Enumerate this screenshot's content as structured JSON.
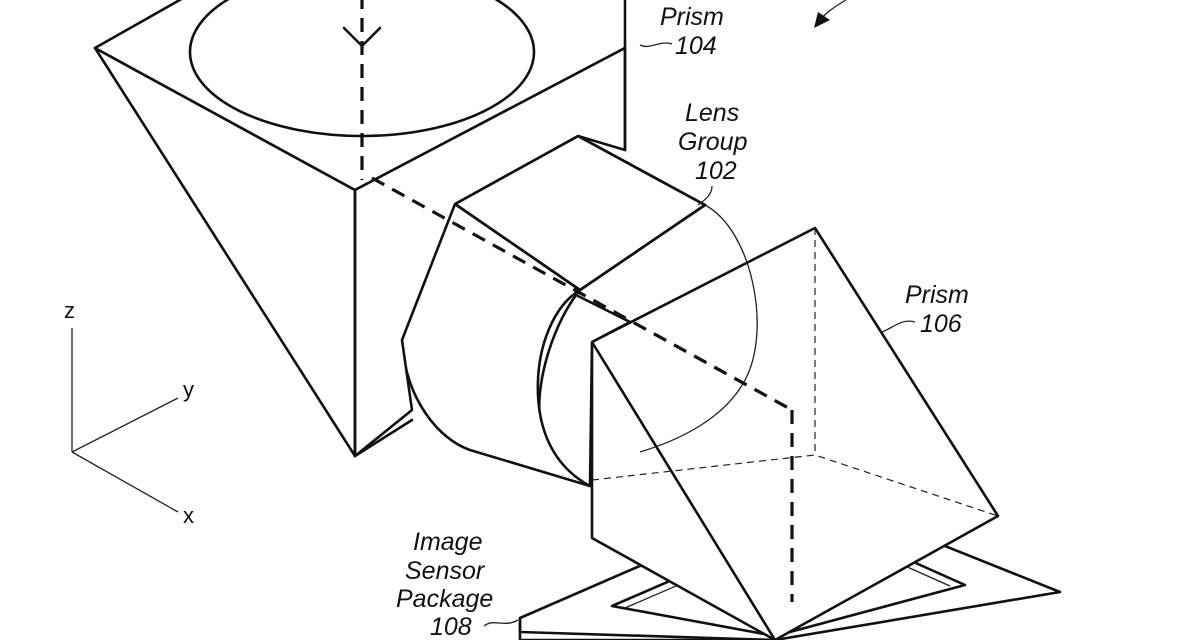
{
  "labels": {
    "prism104": {
      "name": "Prism",
      "ref": "104"
    },
    "lens102": {
      "line1": "Lens",
      "line2": "Group",
      "ref": "102"
    },
    "prism106": {
      "name": "Prism",
      "ref": "106"
    },
    "sensor108": {
      "line1": "Image",
      "line2": "Sensor",
      "line3": "Package",
      "ref": "108"
    }
  },
  "axes": {
    "z": "z",
    "y": "y",
    "x": "x"
  }
}
